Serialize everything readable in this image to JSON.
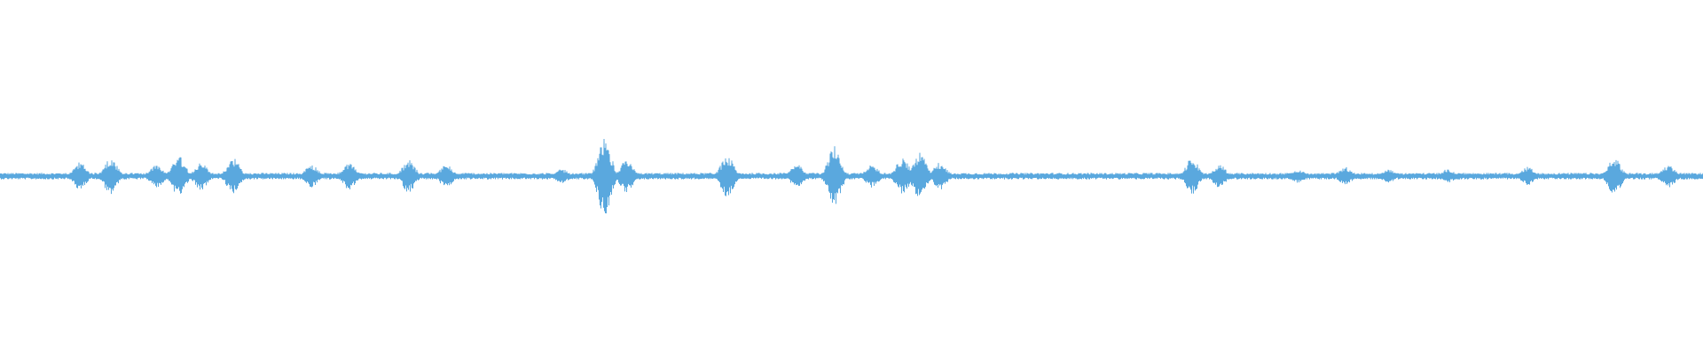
{
  "waveform": {
    "color": "#5aa8de",
    "background": "#ffffff",
    "baseline_amplitude": 0.02,
    "bursts": [
      {
        "at": 0.047,
        "amp": 0.12
      },
      {
        "at": 0.065,
        "amp": 0.16
      },
      {
        "at": 0.092,
        "amp": 0.1
      },
      {
        "at": 0.105,
        "amp": 0.18
      },
      {
        "at": 0.118,
        "amp": 0.12
      },
      {
        "at": 0.137,
        "amp": 0.16
      },
      {
        "at": 0.183,
        "amp": 0.1
      },
      {
        "at": 0.205,
        "amp": 0.12
      },
      {
        "at": 0.24,
        "amp": 0.14
      },
      {
        "at": 0.262,
        "amp": 0.1
      },
      {
        "at": 0.33,
        "amp": 0.06
      },
      {
        "at": 0.355,
        "amp": 0.34
      },
      {
        "at": 0.368,
        "amp": 0.14
      },
      {
        "at": 0.427,
        "amp": 0.18
      },
      {
        "at": 0.468,
        "amp": 0.1
      },
      {
        "at": 0.49,
        "amp": 0.26
      },
      {
        "at": 0.512,
        "amp": 0.1
      },
      {
        "at": 0.53,
        "amp": 0.16
      },
      {
        "at": 0.54,
        "amp": 0.2
      },
      {
        "at": 0.552,
        "amp": 0.12
      },
      {
        "at": 0.7,
        "amp": 0.16
      },
      {
        "at": 0.716,
        "amp": 0.1
      },
      {
        "at": 0.762,
        "amp": 0.06
      },
      {
        "at": 0.79,
        "amp": 0.08
      },
      {
        "at": 0.815,
        "amp": 0.06
      },
      {
        "at": 0.85,
        "amp": 0.06
      },
      {
        "at": 0.897,
        "amp": 0.08
      },
      {
        "at": 0.948,
        "amp": 0.16
      },
      {
        "at": 0.98,
        "amp": 0.1
      }
    ]
  }
}
